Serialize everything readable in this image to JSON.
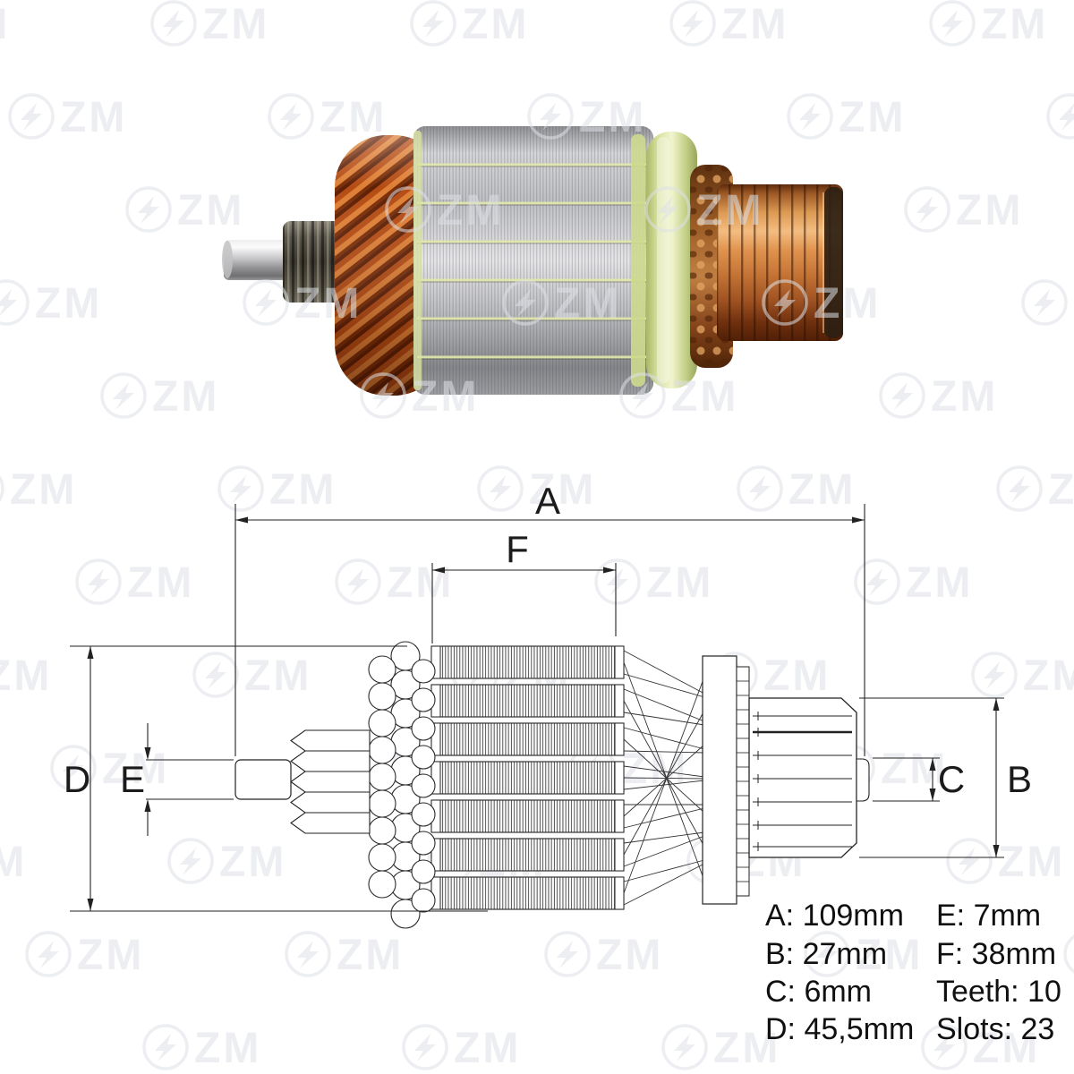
{
  "watermark": {
    "brand": "ZM"
  },
  "drawing": {
    "labels": {
      "A": "A",
      "B": "B",
      "C": "C",
      "D": "D",
      "E": "E",
      "F": "F"
    }
  },
  "specs": {
    "left": [
      "A: 109mm",
      "B: 27mm",
      "C: 6mm",
      "D: 45,5mm"
    ],
    "right": [
      "E: 7mm",
      "F: 38mm",
      "Teeth: 10",
      "Slots: 23"
    ],
    "values": {
      "A": "109mm",
      "B": "27mm",
      "C": "6mm",
      "D": "45,5mm",
      "E": "7mm",
      "F": "38mm",
      "Teeth": "10",
      "Slots": "23"
    }
  },
  "colors": {
    "line": "#222222",
    "copper_bright": "#de7f35",
    "copper_dark": "#5e2006",
    "core_metal": "#c6c7c9",
    "insulation_green": "#d7e19c",
    "commutator_highlight": "#f3bd80",
    "watermark_grey": "#dde0e6"
  }
}
